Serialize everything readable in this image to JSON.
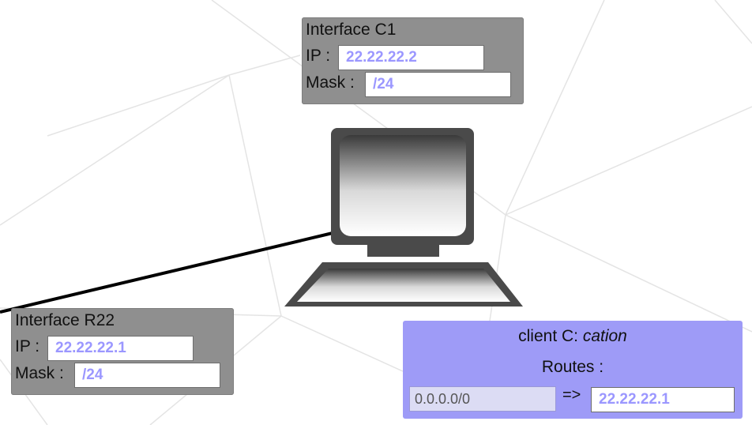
{
  "interface_c1": {
    "title": "Interface C1",
    "ip_label": "IP :",
    "ip_value": "22.22.22.2",
    "mask_label": "Mask :",
    "mask_value": "/24"
  },
  "interface_r22": {
    "title": "Interface R22",
    "ip_label": "IP :",
    "ip_value": "22.22.22.1",
    "mask_label": "Mask :",
    "mask_value": "/24"
  },
  "client": {
    "title_prefix": "client C: ",
    "title_name": "cation",
    "routes_label": "Routes :",
    "routes": [
      {
        "destination": "0.0.0.0/0",
        "arrow": "=>",
        "gateway": "22.22.22.1"
      }
    ]
  },
  "colors": {
    "interface_box": "#8f8f8f",
    "client_box": "#9e9bf7",
    "field_value_text": "#9b97ff",
    "link_line": "#000000"
  },
  "icons": {
    "computer": "computer-icon"
  }
}
